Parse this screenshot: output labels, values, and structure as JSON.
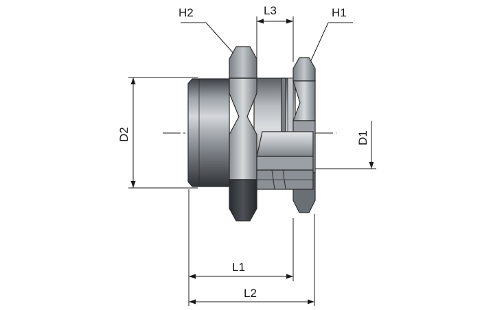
{
  "labels": {
    "h1": "H1",
    "h2": "H2",
    "l1": "L1",
    "l2": "L2",
    "l3": "L3",
    "d1": "D1",
    "d2": "D2"
  },
  "colors": {
    "background": "#ffffff",
    "line": "#1a1a1a",
    "steel_light": "#c9ccd1",
    "steel_mid": "#8d9298",
    "steel_dark": "#4a4e53",
    "steel_darkest": "#2f3236"
  }
}
